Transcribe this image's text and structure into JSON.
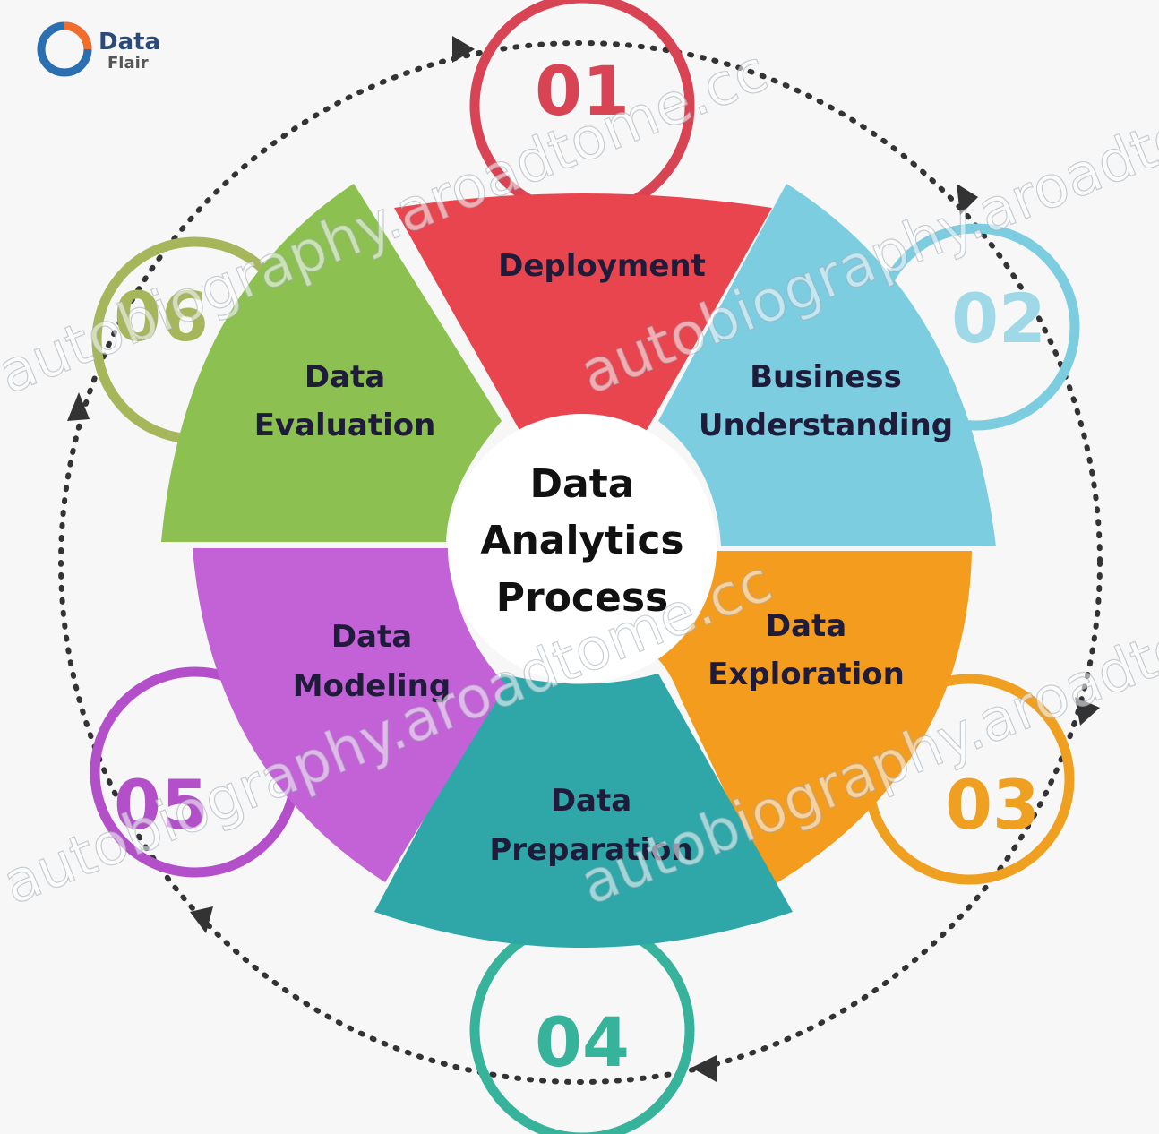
{
  "logo": {
    "line1": "Data",
    "line2": "Flair"
  },
  "center": {
    "line1": "Data",
    "line2": "Analytics",
    "line3": "Process"
  },
  "colors": {
    "deployment": "#e8454f",
    "business": "#7ccde0",
    "exploration": "#f39c1e",
    "preparation": "#2fa7a9",
    "modeling": "#c262d6",
    "evaluation": "#8cc152",
    "ring1": "#d94454",
    "ring2": "#7ccde0",
    "ring3": "#f0a020",
    "ring4": "#36b39a",
    "ring5": "#b24fc9",
    "ring6": "#a6b65a"
  },
  "steps": [
    {
      "id": "deployment",
      "line1": "Deployment",
      "line2": ""
    },
    {
      "id": "business",
      "line1": "Business",
      "line2": "Understanding"
    },
    {
      "id": "exploration",
      "line1": "Data",
      "line2": "Exploration"
    },
    {
      "id": "preparation",
      "line1": "Data",
      "line2": "Preparation"
    },
    {
      "id": "modeling",
      "line1": "Data",
      "line2": "Modeling"
    },
    {
      "id": "evaluation",
      "line1": "Data",
      "line2": "Evaluation"
    }
  ],
  "numbers": {
    "n1": "01",
    "n2": "02",
    "n3": "03",
    "n4": "04",
    "n5": "05",
    "n6": "06"
  },
  "watermark": "autobiography.aroadtome.cc"
}
